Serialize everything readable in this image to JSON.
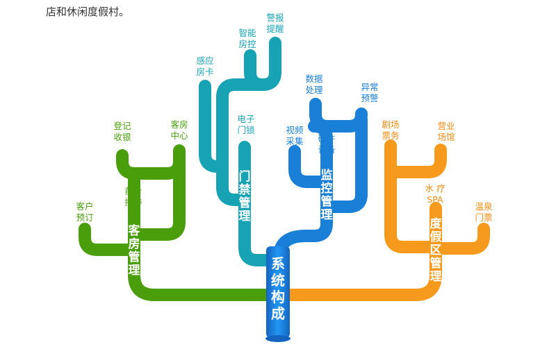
{
  "intro_text": "店和休闲度假村。",
  "colors": {
    "green": "#4a9e0c",
    "teal": "#18a3b5",
    "blue": "#1a7fd6",
    "orange": "#f59a1c",
    "trunk": "#1e88e5"
  },
  "trunk": {
    "title": "系统构成"
  },
  "branches": {
    "guest_room": {
      "title": "客房管理",
      "leaves": [
        "客户\n预订",
        "登记\n收银",
        "前台\n接待",
        "客房\n中心"
      ]
    },
    "access_control": {
      "title": "门禁管理",
      "leaves": [
        "感应\n房卡",
        "智能\n房控",
        "警报\n提醒",
        "电子\n门锁"
      ]
    },
    "monitoring": {
      "title": "监控管理",
      "leaves": [
        "视频\n采集",
        "数据\n处理",
        "硬件\n设备",
        "异常\n预警"
      ]
    },
    "resort": {
      "title": "度假区管理",
      "leaves": [
        "剧场\n票务",
        "营业\n场馆",
        "水 疗\nSPA",
        "温泉\n门票"
      ]
    }
  }
}
